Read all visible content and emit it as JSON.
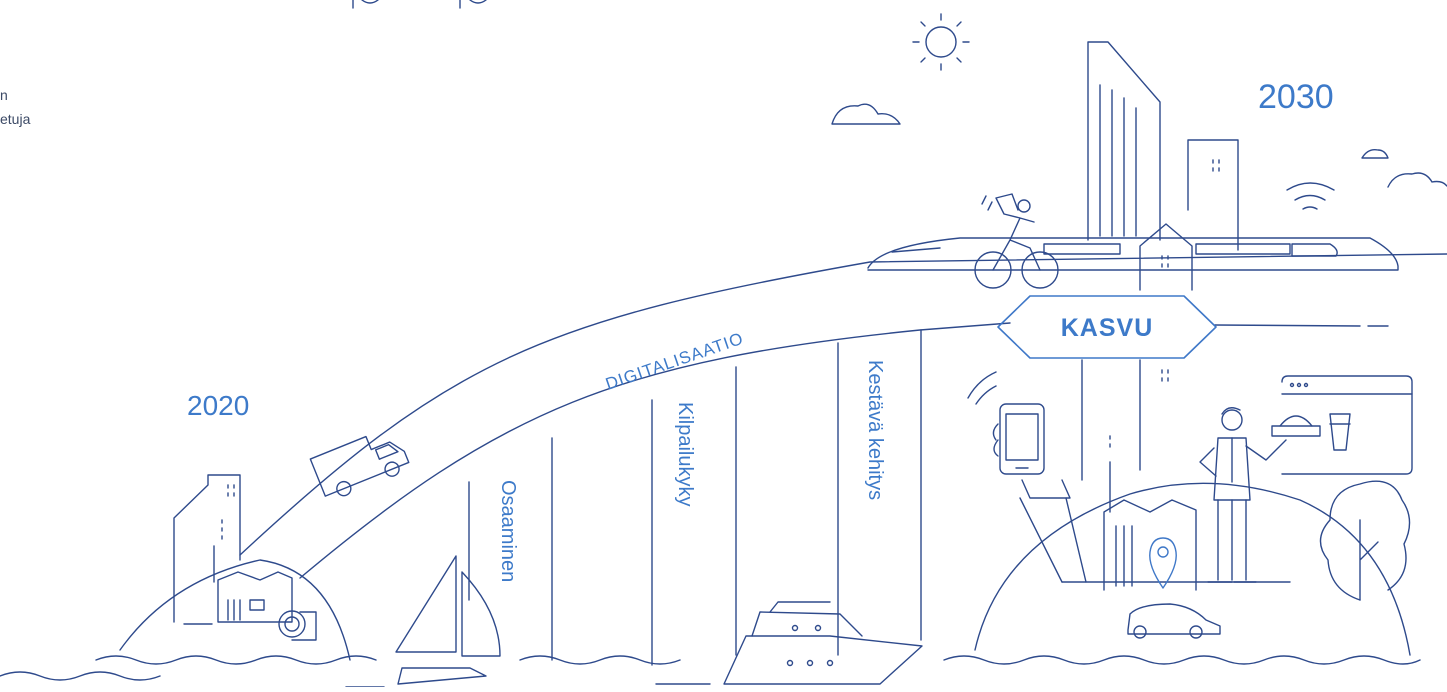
{
  "years": {
    "start": "2020",
    "end": "2030"
  },
  "intro_lines": [
    "n",
    "etuja"
  ],
  "road_label": "DIGITALISAATIO",
  "pillars": [
    "Osaaminen",
    "Kilpailukyky",
    "Kestävä kehitys"
  ],
  "goal_label": "KASVU",
  "colors": {
    "line": "#2e4a8c",
    "accent": "#3d7ac9",
    "background": "#ffffff"
  }
}
